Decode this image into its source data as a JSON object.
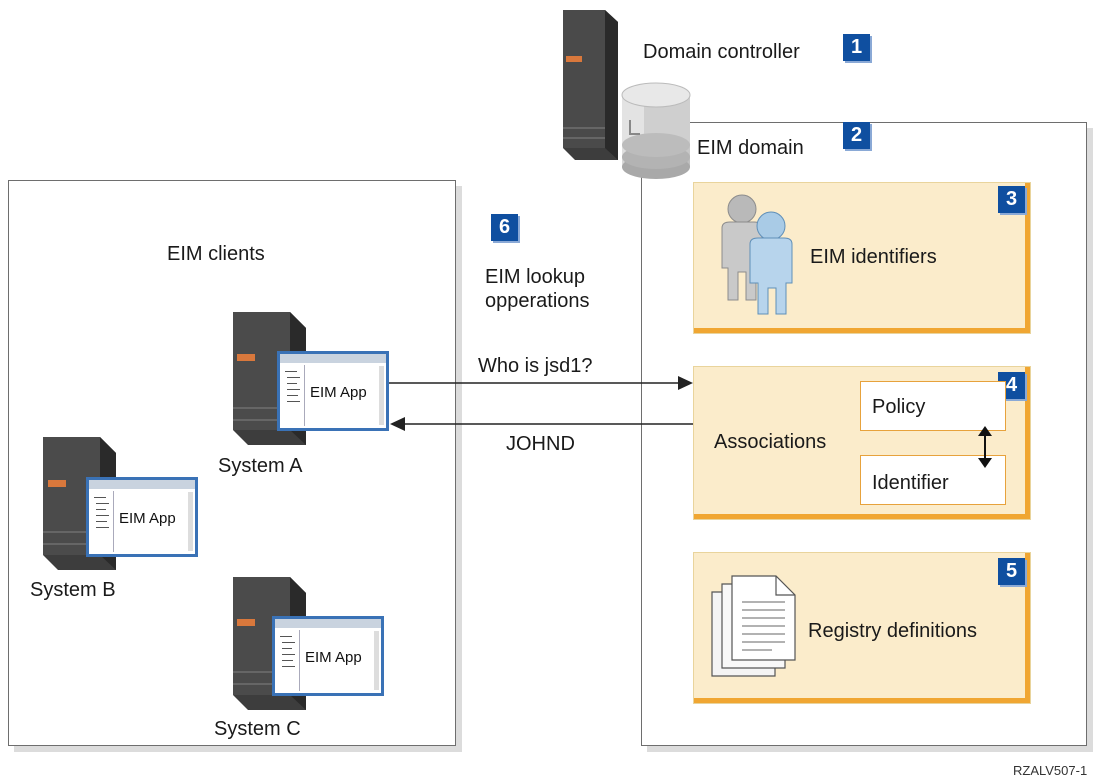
{
  "domain_controller": {
    "label": "Domain controller",
    "badge": "1"
  },
  "eim_domain": {
    "label": "EIM domain",
    "badge": "2"
  },
  "eim_identifiers": {
    "label": "EIM identifiers",
    "badge": "3"
  },
  "associations": {
    "label": "Associations",
    "badge": "4",
    "policy": "Policy",
    "identifier": "Identifier"
  },
  "registry_definitions": {
    "label": "Registry definitions",
    "badge": "5"
  },
  "lookup": {
    "badge": "6",
    "line1": "EIM lookup",
    "line2": "opperations"
  },
  "clients": {
    "label": "EIM clients",
    "system_a": "System A",
    "system_b": "System B",
    "system_c": "System C",
    "app_label": "EIM App"
  },
  "arrows": {
    "request": "Who is jsd1?",
    "response": "JOHND"
  },
  "figure_id": "RZALV507-1",
  "colors": {
    "badge": "#0f4fa0",
    "panel_fill": "#fbeccb",
    "panel_accent": "#f0a632",
    "app_border": "#3a72b6"
  }
}
